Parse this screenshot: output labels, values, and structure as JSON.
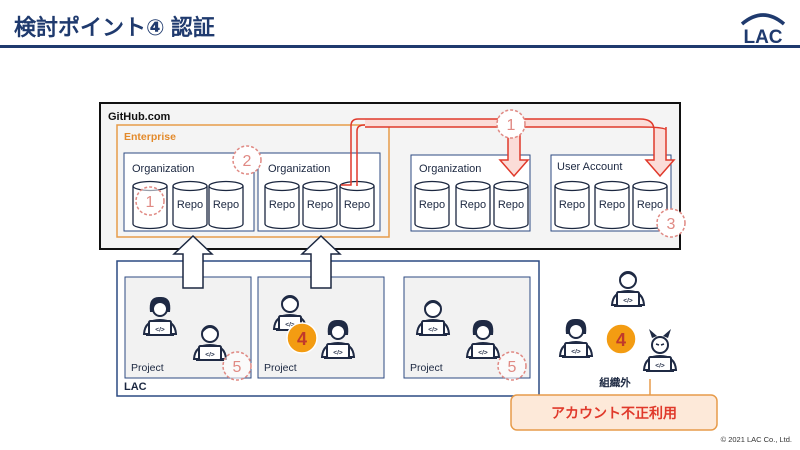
{
  "slide": {
    "title": "検討ポイント④ 認証",
    "logo_text": "LAC",
    "copyright": "© 2021 LAC Co., Ltd."
  },
  "diagram": {
    "github_label": "GitHub.com",
    "enterprise_label": "Enterprise",
    "organization_label": "Organization",
    "user_account_label": "User Account",
    "repo_label": "Repo",
    "lac_label": "LAC",
    "project_label": "Project",
    "outsider_label": "組織外",
    "callout_text": "アカウント不正利用",
    "marker_1": "1",
    "marker_2": "2",
    "marker_3": "3",
    "marker_4": "4",
    "marker_5": "5",
    "laptop_glyph": "</>"
  },
  "colors": {
    "navy": "#1f3a6e",
    "enterprise_orange": "#e79b4a",
    "arrow_red": "#e0392b",
    "marker_red": "#e08a84",
    "highlight_orange": "#f39c12",
    "callout_fill": "#fde9d9"
  }
}
